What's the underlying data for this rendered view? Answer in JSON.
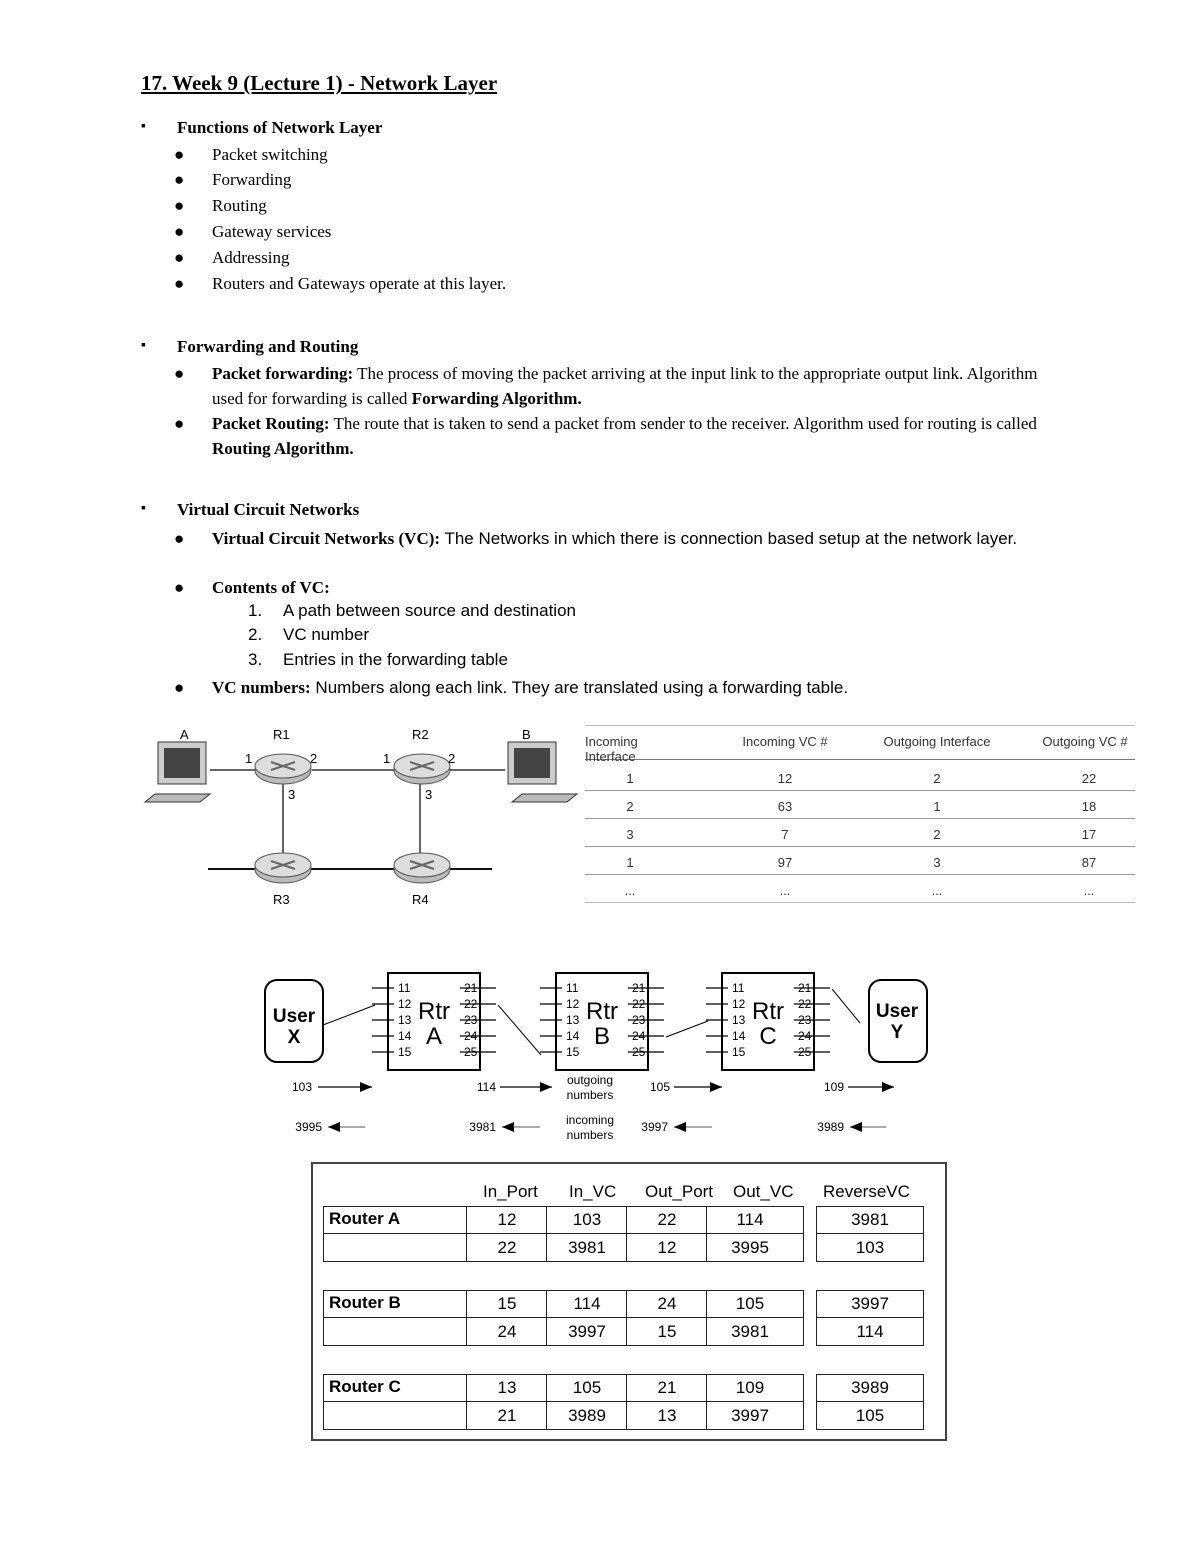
{
  "title": "17. Week 9 (Lecture 1) - Network Layer",
  "sections": {
    "functions": {
      "heading": "Functions of Network Layer",
      "items": [
        "Packet switching",
        "Forwarding",
        "Routing",
        "Gateway services",
        "Addressing",
        "Routers and Gateways operate at this layer."
      ]
    },
    "forwarding": {
      "heading": "Forwarding and Routing",
      "item1": {
        "term": "Packet forwarding:",
        "text1": " The process of moving the packet arriving at the input link to the appropriate output link. Algorithm used for forwarding is called ",
        "bold": "Forwarding Algorithm."
      },
      "item2": {
        "term": "Packet Routing:",
        "text1": " The route that is taken to send a packet from sender to the receiver. Algorithm used for routing is called ",
        "bold": "Routing Algorithm."
      }
    },
    "vc": {
      "heading": "Virtual Circuit Networks",
      "item1": {
        "term": "Virtual Circuit Networks (VC):",
        "text": " The Networks in which there is connection based setup at the network layer."
      },
      "item2": {
        "term": "Contents of VC:"
      },
      "list": [
        "A path between source and destination",
        "VC number",
        "Entries in the forwarding table"
      ],
      "list_nums": [
        "1.",
        "2.",
        "3."
      ],
      "item3": {
        "term": "VC numbers:",
        "text": " Numbers along each link. They are translated using a forwarding table."
      }
    }
  },
  "network_figure": {
    "labels": {
      "a": "A",
      "b": "B",
      "r1": "R1",
      "r2": "R2",
      "r3": "R3",
      "r4": "R4"
    },
    "ports": {
      "p1": "1",
      "p2": "2",
      "p3": "3"
    }
  },
  "vc_table": {
    "headers": [
      "Incoming Interface",
      "Incoming VC #",
      "Outgoing Interface",
      "Outgoing VC #"
    ],
    "rows": [
      [
        "1",
        "12",
        "2",
        "22"
      ],
      [
        "2",
        "63",
        "1",
        "18"
      ],
      [
        "3",
        "7",
        "2",
        "17"
      ],
      [
        "1",
        "97",
        "3",
        "87"
      ],
      [
        "...",
        "...",
        "...",
        "..."
      ]
    ]
  },
  "router_figure": {
    "user_x": [
      "User",
      "X"
    ],
    "user_y": [
      "User",
      "Y"
    ],
    "routers": [
      {
        "name1": "Rtr",
        "name2": "A"
      },
      {
        "name1": "Rtr",
        "name2": "B"
      },
      {
        "name1": "Rtr",
        "name2": "C"
      }
    ],
    "left_ports": [
      "11",
      "12",
      "13",
      "14",
      "15"
    ],
    "right_ports": [
      "21",
      "22",
      "23",
      "24",
      "25"
    ],
    "outgoing": [
      "103",
      "114",
      "105",
      "109"
    ],
    "incoming": [
      "3995",
      "3981",
      "3997",
      "3989"
    ],
    "outgoing_label": [
      "outgoing",
      "numbers"
    ],
    "incoming_label": [
      "incoming",
      "numbers"
    ]
  },
  "router_table": {
    "headers": [
      "In_Port",
      "In_VC",
      "Out_Port",
      "Out_VC",
      "ReverseVC"
    ],
    "groups": [
      {
        "name": "Router A",
        "rows": [
          [
            "12",
            "103",
            "22",
            "114",
            "3981"
          ],
          [
            "22",
            "3981",
            "12",
            "3995",
            "103"
          ]
        ]
      },
      {
        "name": "Router B",
        "rows": [
          [
            "15",
            "114",
            "24",
            "105",
            "3997"
          ],
          [
            "24",
            "3997",
            "15",
            "3981",
            "114"
          ]
        ]
      },
      {
        "name": "Router C",
        "rows": [
          [
            "13",
            "105",
            "21",
            "109",
            "3989"
          ],
          [
            "21",
            "3989",
            "13",
            "3997",
            "105"
          ]
        ]
      }
    ]
  }
}
